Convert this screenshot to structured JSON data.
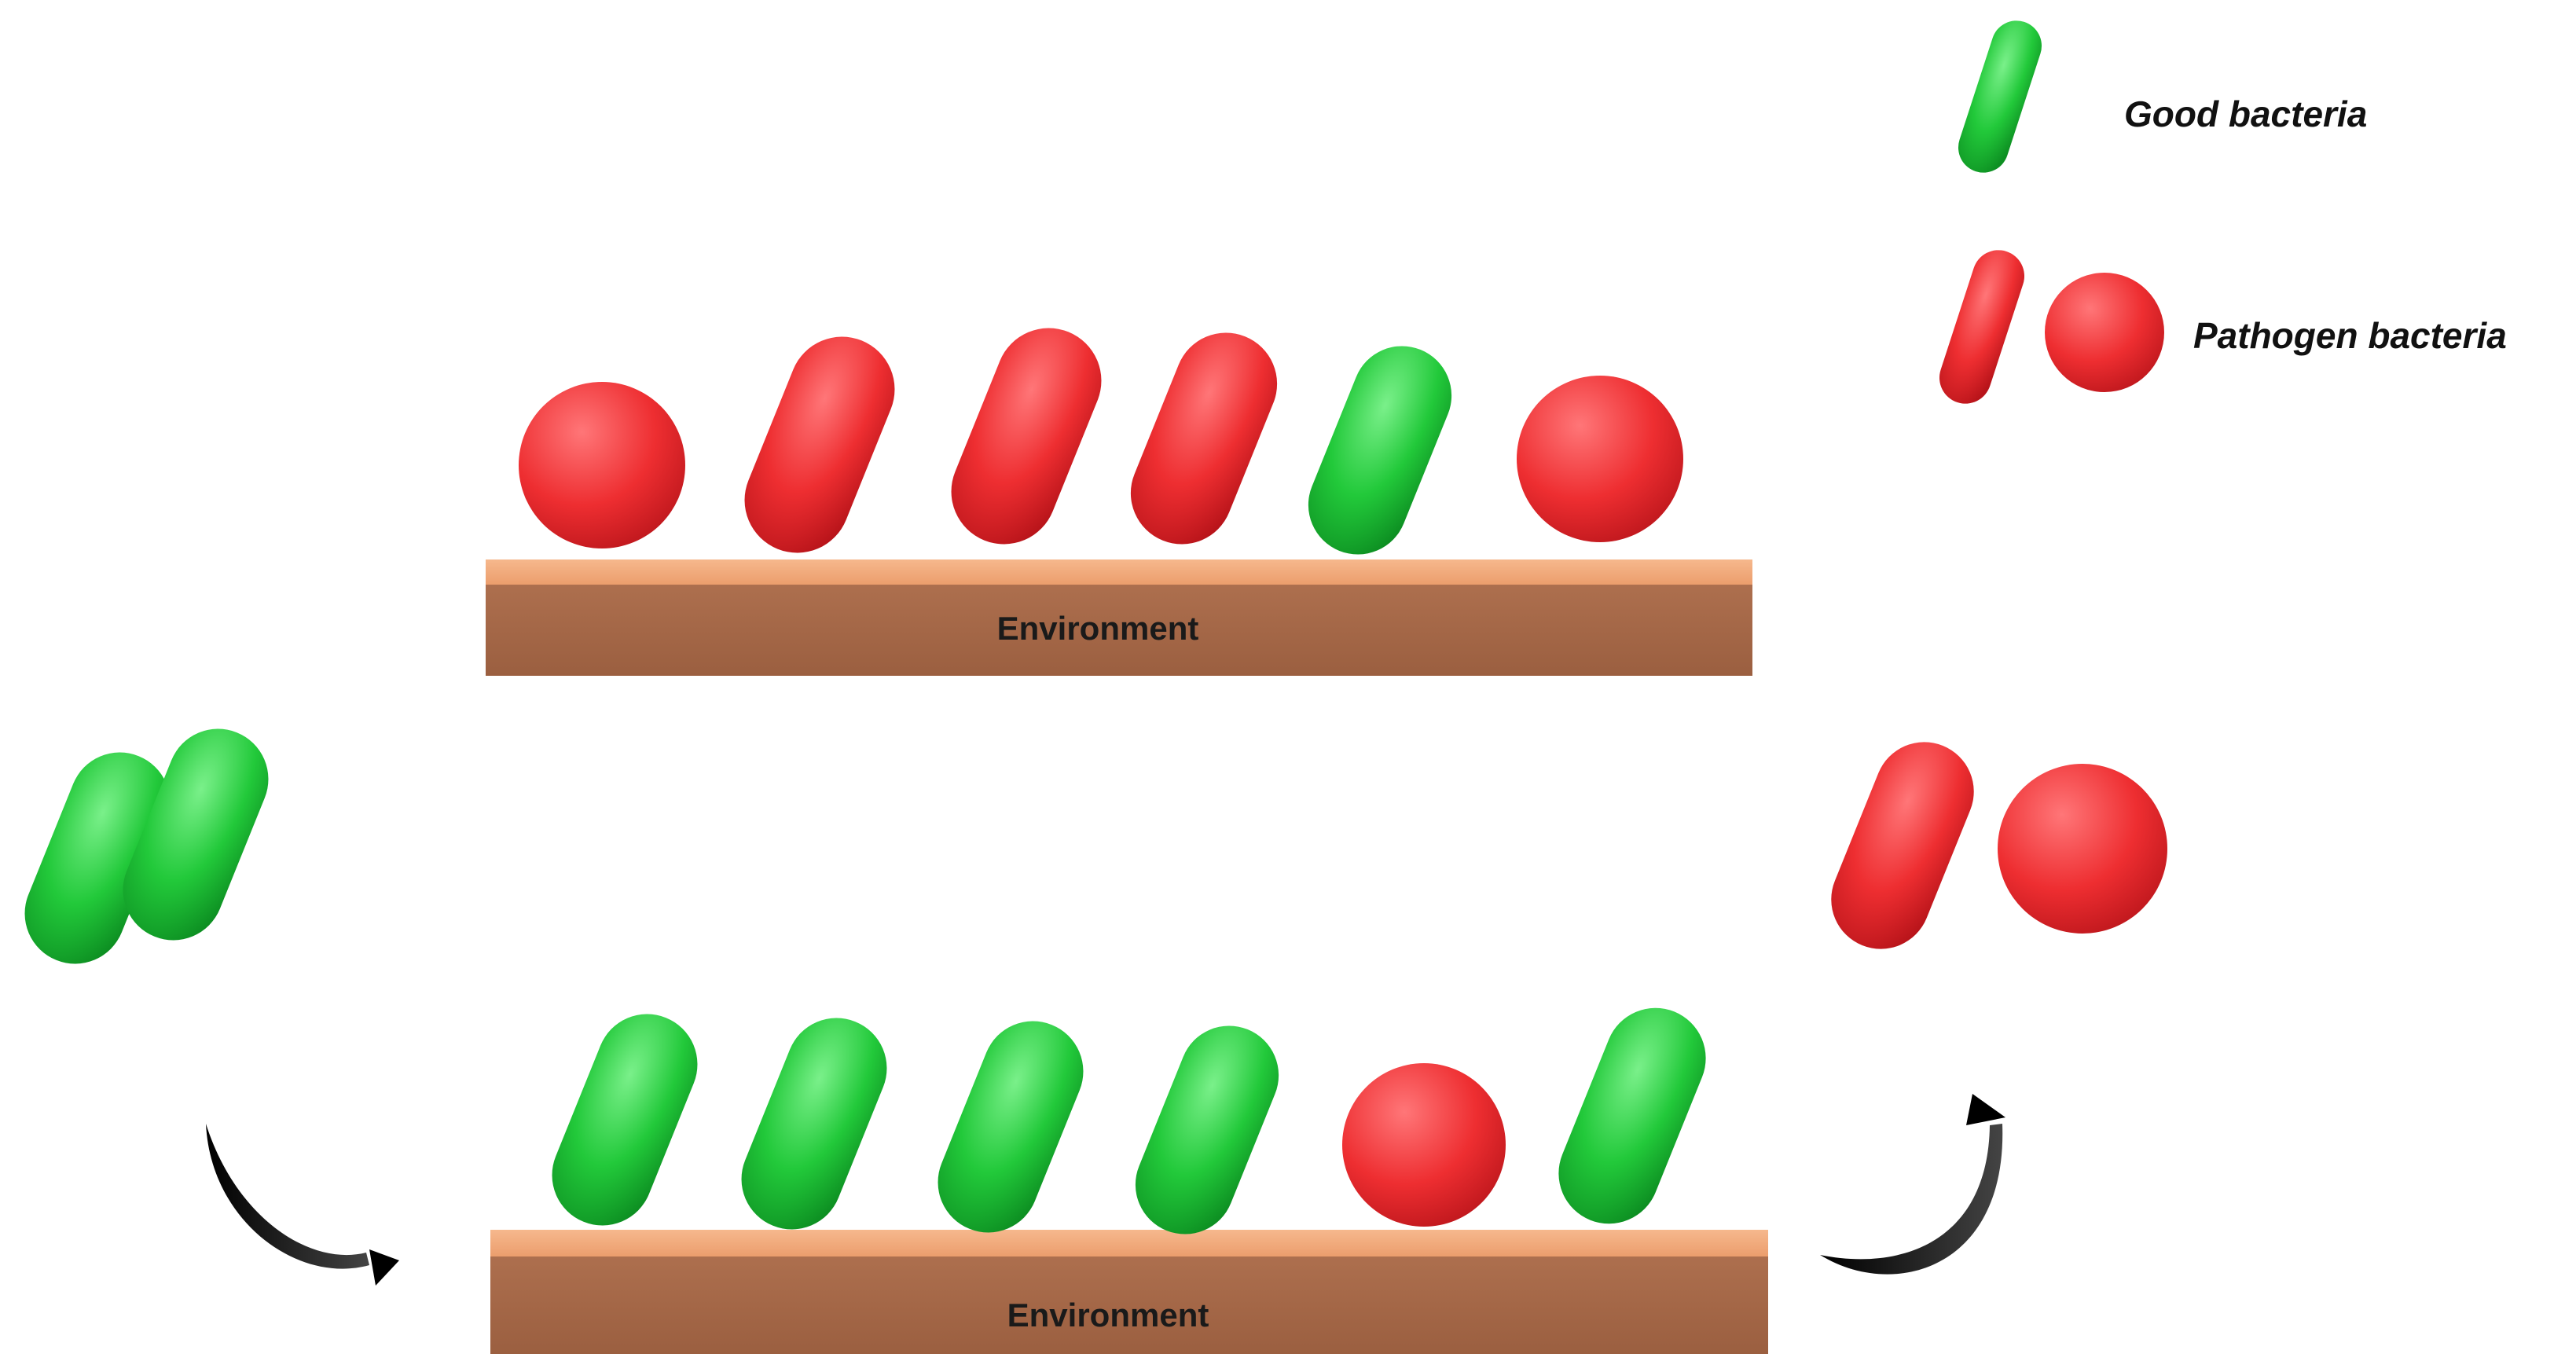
{
  "legend": {
    "good_label": "Good bacteria",
    "pathogen_label": "Pathogen bacteria"
  },
  "panels": {
    "top": {
      "label": "Environment",
      "bacteria": [
        "pathogen-sphere",
        "pathogen-rod",
        "pathogen-rod",
        "pathogen-rod",
        "good-rod",
        "pathogen-sphere"
      ]
    },
    "bottom": {
      "label": "Environment",
      "bacteria": [
        "good-rod",
        "good-rod",
        "good-rod",
        "good-rod",
        "pathogen-sphere",
        "good-rod"
      ]
    }
  },
  "incoming": [
    "good-rod",
    "good-rod"
  ],
  "outgoing": [
    "pathogen-rod",
    "pathogen-sphere"
  ],
  "colors": {
    "good": "#22c93a",
    "pathogen": "#ee2e31",
    "platform_top": "#f0a576",
    "platform_front": "#a8694a",
    "arrow": "#000000"
  },
  "icons": [
    "curved-arrow-left-icon",
    "curved-arrow-right-icon"
  ]
}
